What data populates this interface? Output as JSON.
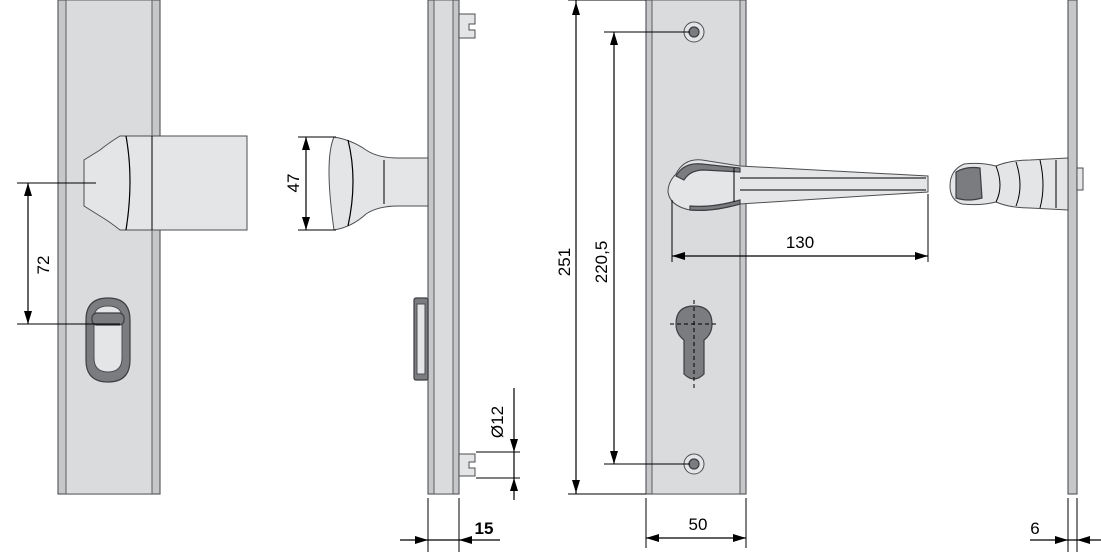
{
  "dimensions": {
    "handle_height_offset": "72",
    "rose_height": "47",
    "cylinder_diameter": "Ø12",
    "plate_thickness": "15",
    "plate_length": "251",
    "fixing_centres": "220,5",
    "lever_length": "130",
    "plate_width": "50",
    "edge_thickness": "6"
  },
  "colors": {
    "plate": "#c6c7c9",
    "metal": "#bcbdc0",
    "outline": "#4d4e51",
    "dimension": "#000000"
  }
}
